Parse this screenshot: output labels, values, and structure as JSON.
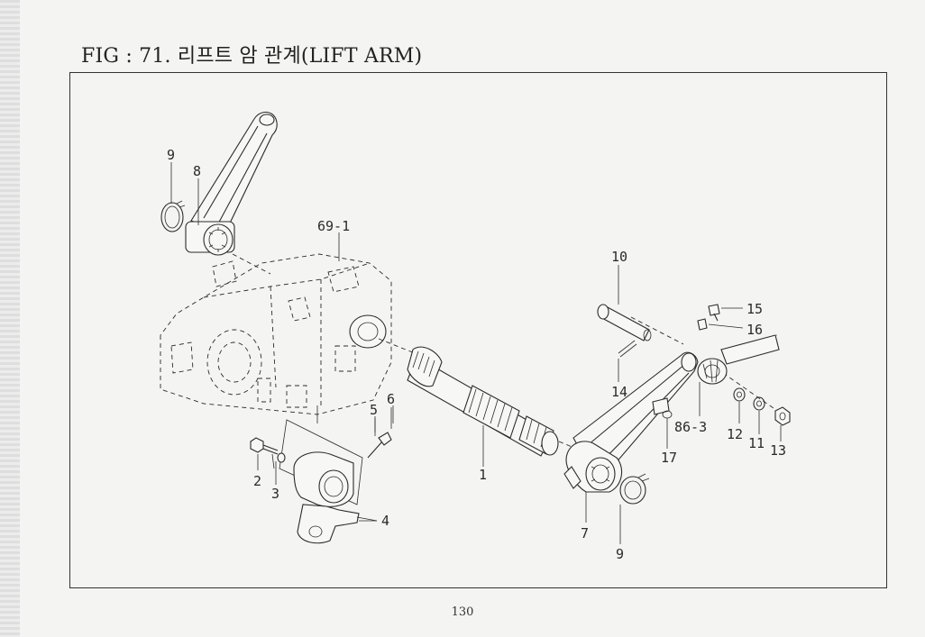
{
  "figure": {
    "title": "FIG : 71. 리프트 암 관계(LIFT ARM)",
    "page_number": "130"
  },
  "callouts": [
    {
      "label": "9"
    },
    {
      "label": "8"
    },
    {
      "label": "69-1"
    },
    {
      "label": "10"
    },
    {
      "label": "15"
    },
    {
      "label": "16"
    },
    {
      "label": "14"
    },
    {
      "label": "6"
    },
    {
      "label": "5"
    },
    {
      "label": "2"
    },
    {
      "label": "3"
    },
    {
      "label": "4"
    },
    {
      "label": "1"
    },
    {
      "label": "86-3"
    },
    {
      "label": "12"
    },
    {
      "label": "11"
    },
    {
      "label": "13"
    },
    {
      "label": "17"
    },
    {
      "label": "7"
    },
    {
      "label": "9"
    }
  ]
}
